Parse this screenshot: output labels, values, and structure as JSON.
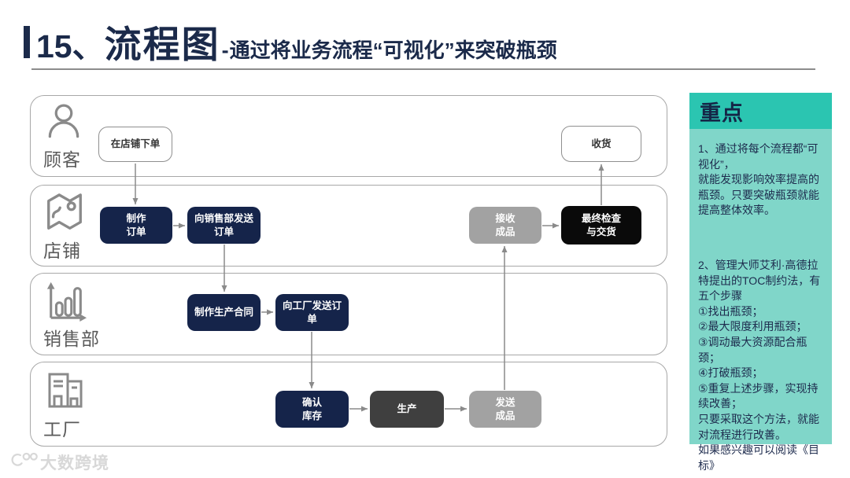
{
  "header": {
    "number": "15、",
    "title": "流程图",
    "dash": "-",
    "subtitle": "通过将业务流程“可视化”来突破瓶颈"
  },
  "lanes": [
    {
      "label": "顾客",
      "icon": "person-icon"
    },
    {
      "label": "店铺",
      "icon": "map-icon"
    },
    {
      "label": "销售部",
      "icon": "bar-chart-icon"
    },
    {
      "label": "工厂",
      "icon": "factory-icon"
    }
  ],
  "flow": {
    "nodes": [
      {
        "id": "place-order-at-shop",
        "label": "在店铺下单",
        "style": "white"
      },
      {
        "id": "receive-goods",
        "label": "收货",
        "style": "white"
      },
      {
        "id": "make-order",
        "label": "制作\n订单",
        "style": "navy"
      },
      {
        "id": "send-order-to-sales",
        "label": "向销售部发送\n订单",
        "style": "navy"
      },
      {
        "id": "receive-finished-goods",
        "label": "接收\n成品",
        "style": "gray"
      },
      {
        "id": "final-check-delivery",
        "label": "最终检查\n与交货",
        "style": "black"
      },
      {
        "id": "make-production-contract",
        "label": "制作生产合同",
        "style": "navy"
      },
      {
        "id": "send-order-to-factory",
        "label": "向工厂发送订\n单",
        "style": "navy"
      },
      {
        "id": "confirm-inventory",
        "label": "确认\n库存",
        "style": "navy"
      },
      {
        "id": "production",
        "label": "生产",
        "style": "dark"
      },
      {
        "id": "send-finished-goods",
        "label": "发送\n成品",
        "style": "gray"
      }
    ],
    "edges": [
      {
        "from": "place-order-at-shop",
        "to": "make-order"
      },
      {
        "from": "make-order",
        "to": "send-order-to-sales"
      },
      {
        "from": "send-order-to-sales",
        "to": "make-production-contract"
      },
      {
        "from": "make-production-contract",
        "to": "send-order-to-factory"
      },
      {
        "from": "send-order-to-factory",
        "to": "confirm-inventory"
      },
      {
        "from": "confirm-inventory",
        "to": "production"
      },
      {
        "from": "production",
        "to": "send-finished-goods"
      },
      {
        "from": "send-finished-goods",
        "to": "receive-finished-goods"
      },
      {
        "from": "receive-finished-goods",
        "to": "final-check-delivery"
      },
      {
        "from": "final-check-delivery",
        "to": "receive-goods"
      }
    ]
  },
  "panel": {
    "title": "重点",
    "paragraphs": [
      "1、通过将每个流程都“可视化”，\n就能发现影响效率提高的瓶颈。只要突破瓶颈就能提高整体效率。",
      "2、管理大师艾利·高德拉特提出的TOC制约法，有五个步骤\n①找出瓶颈；\n②最大限度利用瓶颈；\n③调动最大资源配合瓶颈；\n④打破瓶颈；\n⑤重复上述步骤，实现持续改善；\n只要采取这个方法，就能对流程进行改善。\n如果感兴趣可以阅读《目标》"
    ]
  },
  "watermark": {
    "text": "大数跨境"
  },
  "colors": {
    "accent_navy": "#1b2a4a",
    "node_navy": "#15244a",
    "node_gray": "#a2a2a2",
    "node_dark": "#3f3f3f",
    "node_black": "#0a0a0a",
    "panel_teal": "#80d6c9",
    "panel_header_teal": "#2bc5b1",
    "arrow_gray": "#8a8a8a"
  }
}
